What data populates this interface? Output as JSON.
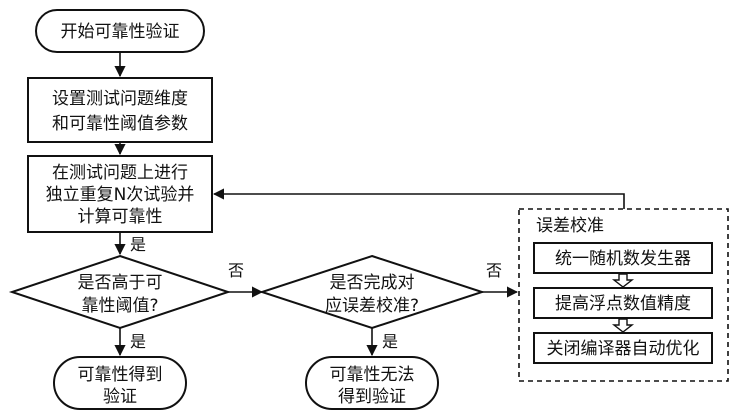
{
  "nodes": {
    "start": "开始可靠性验证",
    "setup_line1": "设置测试问题维度",
    "setup_line2": "和可靠性阈值参数",
    "trial_line1": "在测试问题上进行",
    "trial_line2": "独立重复N次试验并",
    "trial_line3": "计算可靠性",
    "decision1_line1": "是否高于可",
    "decision1_line2": "靠性阈值?",
    "decision2_line1": "是否完成对",
    "decision2_line2": "应误差校准?",
    "verified_line1": "可靠性得到",
    "verified_line2": "验证",
    "unverified_line1": "可靠性无法",
    "unverified_line2": "得到验证"
  },
  "calibration": {
    "title": "误差校准",
    "steps": [
      "统一随机数发生器",
      "提高浮点数值精度",
      "关闭编译器自动优化"
    ]
  },
  "edge_labels": {
    "yes": "是",
    "no": "否"
  }
}
